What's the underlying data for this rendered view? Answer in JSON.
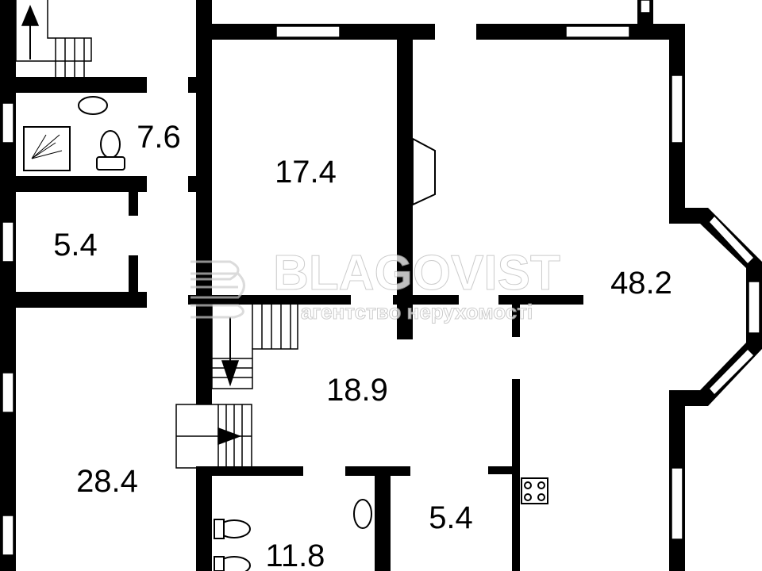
{
  "plan": {
    "rooms": [
      {
        "name": "bathroom-top",
        "area": "7.6"
      },
      {
        "name": "room-top-middle",
        "area": "17.4"
      },
      {
        "name": "small-room-left",
        "area": "5.4"
      },
      {
        "name": "living-room",
        "area": "48.2"
      },
      {
        "name": "hall",
        "area": "18.9"
      },
      {
        "name": "room-left",
        "area": "28.4"
      },
      {
        "name": "kitchen-small",
        "area": "5.4"
      },
      {
        "name": "bathroom-bottom",
        "area": "11.8"
      }
    ]
  },
  "watermark": {
    "brand": "BLAGOVIST",
    "tagline": "агентство нерухомості"
  }
}
